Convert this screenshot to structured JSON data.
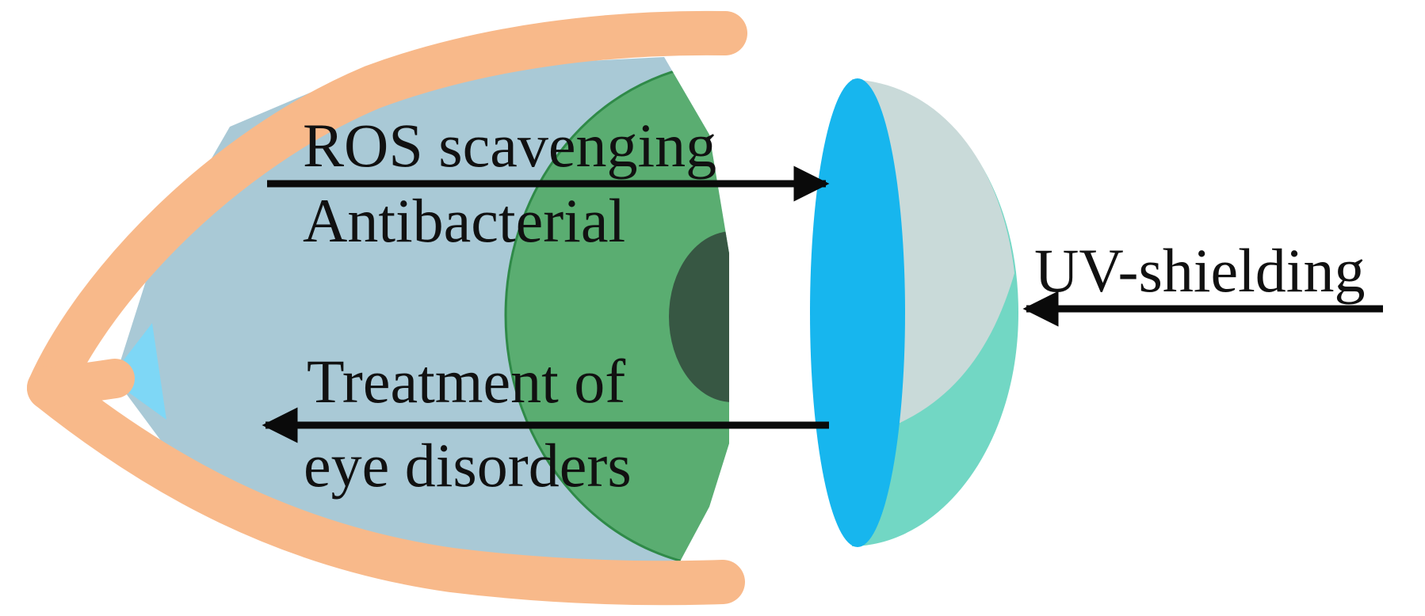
{
  "labels": {
    "ros": "ROS scavenging",
    "antibacterial": "Antibacterial",
    "uv": "UV-shielding",
    "treatment_line1": "Treatment of",
    "treatment_line2": "eye disorders"
  },
  "colors": {
    "eyelid": "#f8b98a",
    "eyeball": "#a9c9d6",
    "corner": "#7ed7f6",
    "iris": "#5aad71",
    "iris_edge": "#2f8a48",
    "pupil": "#375743",
    "lens_front": "#17b6ee",
    "lens_back_top": "#c9dad9",
    "lens_back_bottom": "#72d7c4",
    "arrow": "#0a0a0a"
  }
}
